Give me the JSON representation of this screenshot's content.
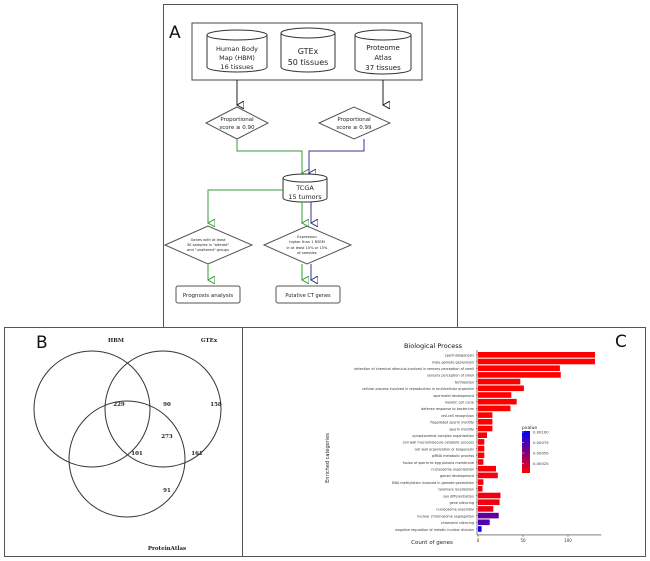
{
  "panels": {
    "a": {
      "label": "A",
      "sources": [
        {
          "lines": [
            "Human Body",
            "Map (HBM)",
            "16 tissues"
          ]
        },
        {
          "lines": [
            "GTEx",
            "50 tissues"
          ]
        },
        {
          "lines": [
            "Proteome",
            "Atlas",
            "37 tissues"
          ]
        }
      ],
      "filter_left": [
        "Proportional",
        "score ≥ 0.90"
      ],
      "filter_right": [
        "Proportional",
        "score ≥ 0.99"
      ],
      "tcga": [
        "TCGA",
        "15 tumors"
      ],
      "criterion_left": [
        "Genes with at least",
        "30 samples in \"altered\"",
        "and \"unaltered\" groups"
      ],
      "criterion_right": [
        "Expression",
        "higher than 1 RSEM",
        "in at least 10% or 15%",
        "of samples"
      ],
      "outcome_left": "Prognosis analysis",
      "outcome_right": "Putative CT genes",
      "colors": {
        "green": "#3a9a3a",
        "blue": "#33339a"
      }
    },
    "b": {
      "label": "B",
      "sets": [
        "HBM",
        "GTEx",
        "ProteinAtlas"
      ],
      "regions": {
        "hbm_only": "229",
        "gtex_only": "158",
        "pa_only": "91",
        "hbm_gtex": "90",
        "hbm_pa": "101",
        "gtex_pa": "161",
        "all": "273"
      }
    },
    "c": {
      "label": "C"
    }
  },
  "chart_data": {
    "type": "bar",
    "orientation": "horizontal",
    "title": "Biological Process",
    "xlabel": "Count of genes",
    "ylabel": "Enriched categories",
    "xlim": [
      0,
      137
    ],
    "xticks": [
      "0",
      "50",
      "100"
    ],
    "xtick_values": [
      0,
      50,
      100
    ],
    "grid": false,
    "legend": {
      "title": "pvalue",
      "placement": "right",
      "ticks": [
        "0.00100",
        "0.00075",
        "0.00050",
        "0.00025"
      ],
      "tick_values": [
        0.001,
        0.00075,
        0.0005,
        0.00025
      ],
      "range": [
        0,
        0.001
      ],
      "color_low": "#ff0000",
      "color_high": "#0000ff"
    },
    "categories": [
      "spermatogenesis",
      "male gamete generation",
      "detection of chemical stimulus involved in sensory perception of smell",
      "sensory perception of smell",
      "fertilization",
      "cellular process involved in reproduction in multicellular organism",
      "spermatid development",
      "meiotic cell cycle",
      "defense response to bacterium",
      "cell-cell recognition",
      "flagellated sperm motility",
      "sperm motility",
      "synaptonemal complex organization",
      "cell wall macromolecule catabolic process",
      "cell wall organization or biogenesis",
      "piRNA metabolic process",
      "fusion of sperm to egg plasma membrane",
      "nucleosome organization",
      "gonad development",
      "DNA methylation involved in gamete generation",
      "telomere localization",
      "sex differentiation",
      "gene silencing",
      "nucleosome assembly",
      "nuclear chromosome segregation",
      "chromatin silencing",
      "negative regulation of meiotic nuclear division"
    ],
    "values": [
      130,
      130,
      91,
      92,
      47,
      51,
      37,
      43,
      36,
      16,
      16,
      16,
      10,
      7,
      7,
      7,
      6,
      20,
      22,
      6,
      5,
      25,
      24,
      17,
      23,
      13,
      4
    ],
    "pvalues": [
      0,
      0,
      0,
      0,
      0,
      0,
      0,
      0,
      0,
      0,
      0,
      0,
      2e-05,
      2e-05,
      2e-05,
      2e-05,
      3e-05,
      3e-05,
      3e-05,
      4e-05,
      5e-05,
      6e-05,
      6e-05,
      8e-05,
      0.00062,
      0.00068,
      0.00098
    ]
  }
}
